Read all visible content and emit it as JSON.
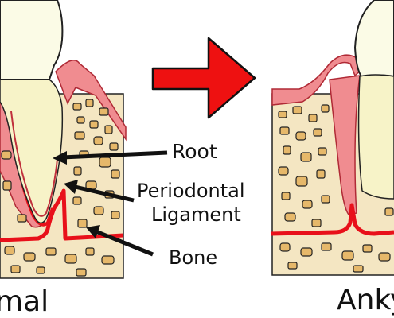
{
  "labels": {
    "root": "Root",
    "periodontal": "Periodontal",
    "ligament": "Ligament",
    "bone": "Bone"
  },
  "captions": {
    "left": "mal",
    "right": "Anky"
  },
  "icons": {
    "transition_arrow": "right-arrow-icon"
  },
  "colors": {
    "gum": "#f08c90",
    "gum_outline": "#c0303c",
    "ligament": "#e8101a",
    "bone_bg": "#f4e6c2",
    "bone_chip": "#e6b86a",
    "tooth": "#fbfbe6",
    "root": "#f7f3c8",
    "arrow": "#ee1111"
  }
}
